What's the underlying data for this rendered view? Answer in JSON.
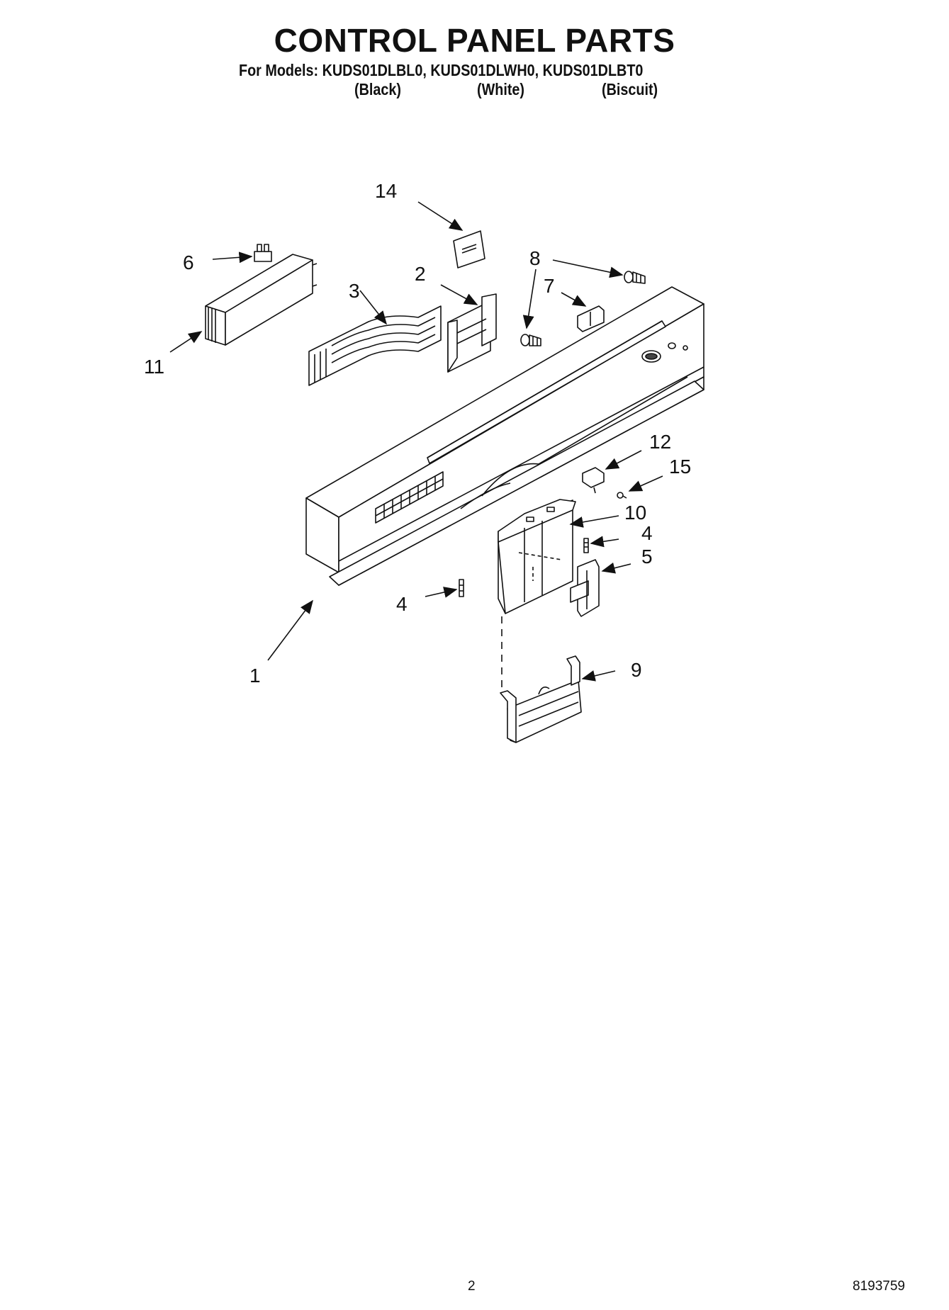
{
  "header": {
    "title": "CONTROL PANEL PARTS",
    "models_line": "For Models: KUDS01DLBL0, KUDS01DLWH0, KUDS01DLBT0",
    "colors": [
      "(Black)",
      "(White)",
      "(Biscuit)"
    ]
  },
  "callouts": [
    "14",
    "6",
    "8",
    "2",
    "3",
    "7",
    "11",
    "12",
    "15",
    "10",
    "4",
    "5",
    "4",
    "1",
    "9"
  ],
  "footer": {
    "page_number": "2",
    "doc_number": "8193759"
  }
}
